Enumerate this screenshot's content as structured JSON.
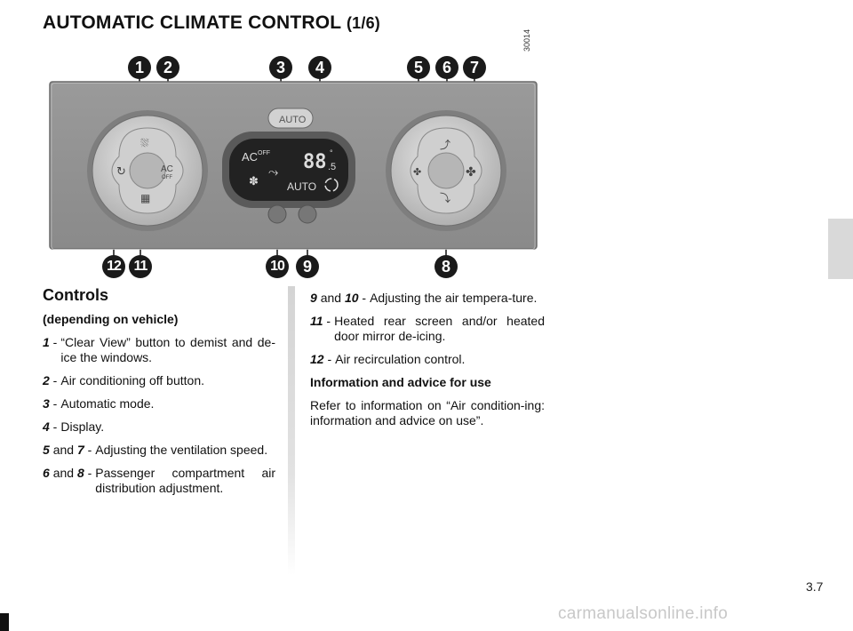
{
  "title": {
    "main": "AUTOMATIC CLIMATE CONTROL",
    "part": "(1/6)"
  },
  "figure": {
    "ref_code": "30014",
    "callouts_top": [
      "1",
      "2",
      "3",
      "4",
      "5",
      "6",
      "7"
    ],
    "callouts_bottom": [
      "12",
      "11",
      "10",
      "9",
      "8"
    ],
    "panel": {
      "auto_button": "AUTO",
      "display_ac": "AC",
      "display_off": "OFF",
      "display_temp": "88",
      "display_deg": "°",
      "display_dec": ".5",
      "display_auto": "AUTO",
      "left_dial_ac": "AC",
      "left_dial_off": "OFF"
    }
  },
  "left": {
    "heading": "Controls",
    "subheading": "(depending on vehicle)",
    "items": [
      {
        "label": "1",
        "join": "",
        "label2": "",
        "text": "“Clear View” button to demist and de-ice the windows."
      },
      {
        "label": "2",
        "join": "",
        "label2": "",
        "text": "Air conditioning off button."
      },
      {
        "label": "3",
        "join": "",
        "label2": "",
        "text": "Automatic mode."
      },
      {
        "label": "4",
        "join": "",
        "label2": "",
        "text": "Display."
      },
      {
        "label": "5",
        "join": "and",
        "label2": "7",
        "text": "Adjusting the ventilation speed."
      },
      {
        "label": "6",
        "join": "and",
        "label2": "8",
        "text": "Passenger compartment air distribution adjustment."
      }
    ]
  },
  "right": {
    "items": [
      {
        "label": "9",
        "join": "and",
        "label2": "10",
        "text": "Adjusting the air tempera-ture."
      },
      {
        "label": "11",
        "join": "",
        "label2": "",
        "text": "Heated rear screen and/or heated door mirror de-icing."
      },
      {
        "label": "12",
        "join": "",
        "label2": "",
        "text": "Air recirculation control."
      }
    ],
    "info_heading": "Information and advice for use",
    "info_text": "Refer to information on “Air condition-ing: information and advice on use”."
  },
  "page_number": "3.7",
  "watermark": "carmanualsonline.info"
}
